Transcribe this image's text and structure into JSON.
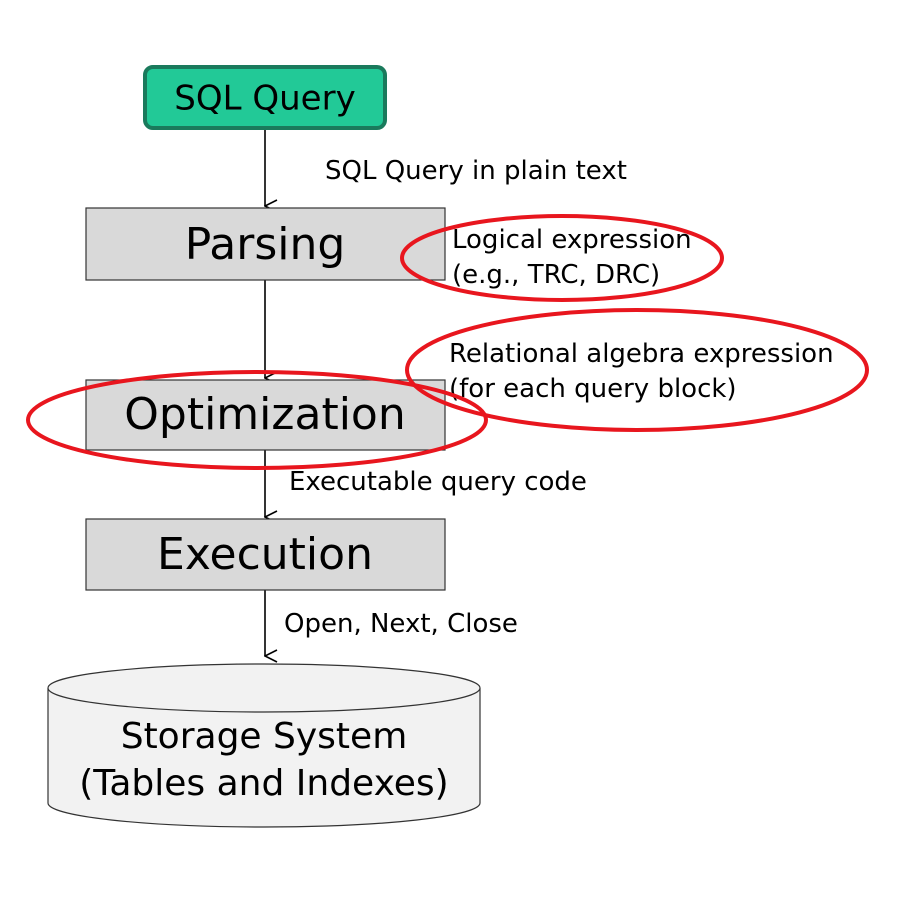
{
  "nodes": {
    "sql_query": "SQL Query",
    "parsing": "Parsing",
    "optimization": "Optimization",
    "execution": "Execution",
    "storage_line1": "Storage System",
    "storage_line2": "(Tables and Indexes)"
  },
  "edge_labels": {
    "sql_to_parsing": "SQL Query in plain text",
    "parsing_out_line1": "Logical expression",
    "parsing_out_line2": "(e.g., TRC, DRC)",
    "optimization_in_line1": "Relational algebra expression",
    "optimization_in_line2": "(for each query block)",
    "optimization_to_execution": "Executable query code",
    "execution_to_storage": "Open, Next, Close"
  },
  "colors": {
    "sql_box_fill": "#22c997",
    "sql_box_stroke": "#1a7a5c",
    "process_box_fill": "#d9d9d9",
    "storage_fill": "#f2f2f2",
    "highlight_ellipse": "#e8161e",
    "line": "#000000"
  }
}
